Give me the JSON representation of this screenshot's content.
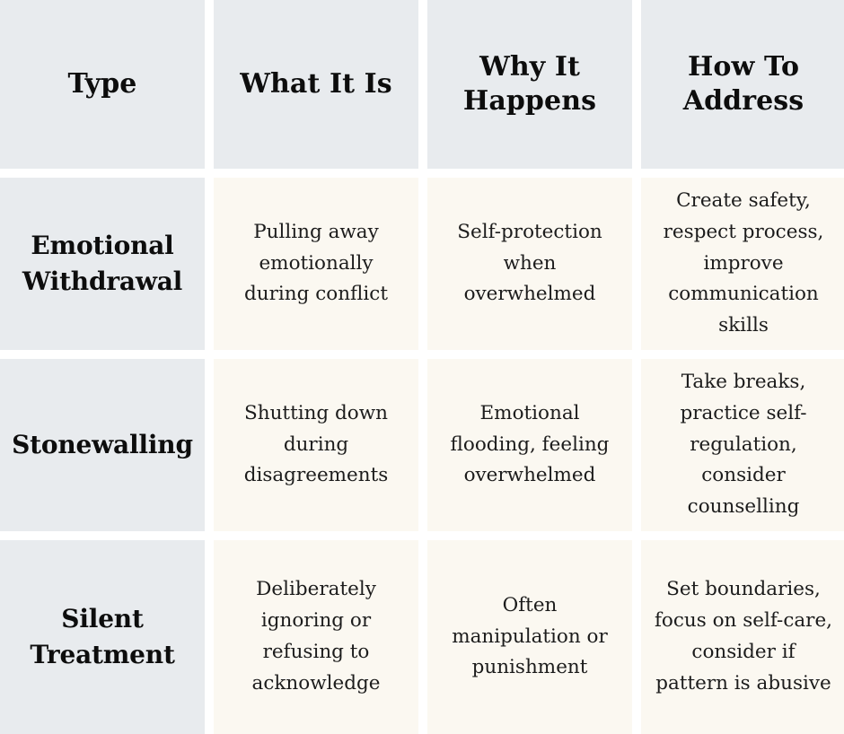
{
  "table": {
    "name": "relationship-withdrawal-patterns-table",
    "columns": [
      {
        "key": "type",
        "label": "Type"
      },
      {
        "key": "what",
        "label": "What It Is"
      },
      {
        "key": "why",
        "label": "Why It\nHappens"
      },
      {
        "key": "address",
        "label": "How To\nAddress"
      }
    ],
    "rows": [
      {
        "type": "Emotional\nWithdrawal",
        "what": "Pulling away emotionally during conflict",
        "why": "Self-protection when overwhelmed",
        "address": "Create safety, respect process, improve communication skills"
      },
      {
        "type": "Stonewalling",
        "what": "Shutting down during disagreements",
        "why": "Emotional flooding, feeling overwhelmed",
        "address": "Take breaks, practice self-regulation, consider counselling"
      },
      {
        "type": "Silent\nTreatment",
        "what": "Deliberately ignoring or refusing to acknowledge",
        "why": "Often manipulation or punishment",
        "address": "Set boundaries, focus on self-care, consider if pattern is abusive"
      }
    ]
  },
  "colors": {
    "header_background": "#e8ebee",
    "type_background": "#e8ebee",
    "body_background": "#fbf8f1",
    "page_background": "#ffffff",
    "header_text": "#0d0d0d",
    "body_text": "#1c1c1c"
  }
}
